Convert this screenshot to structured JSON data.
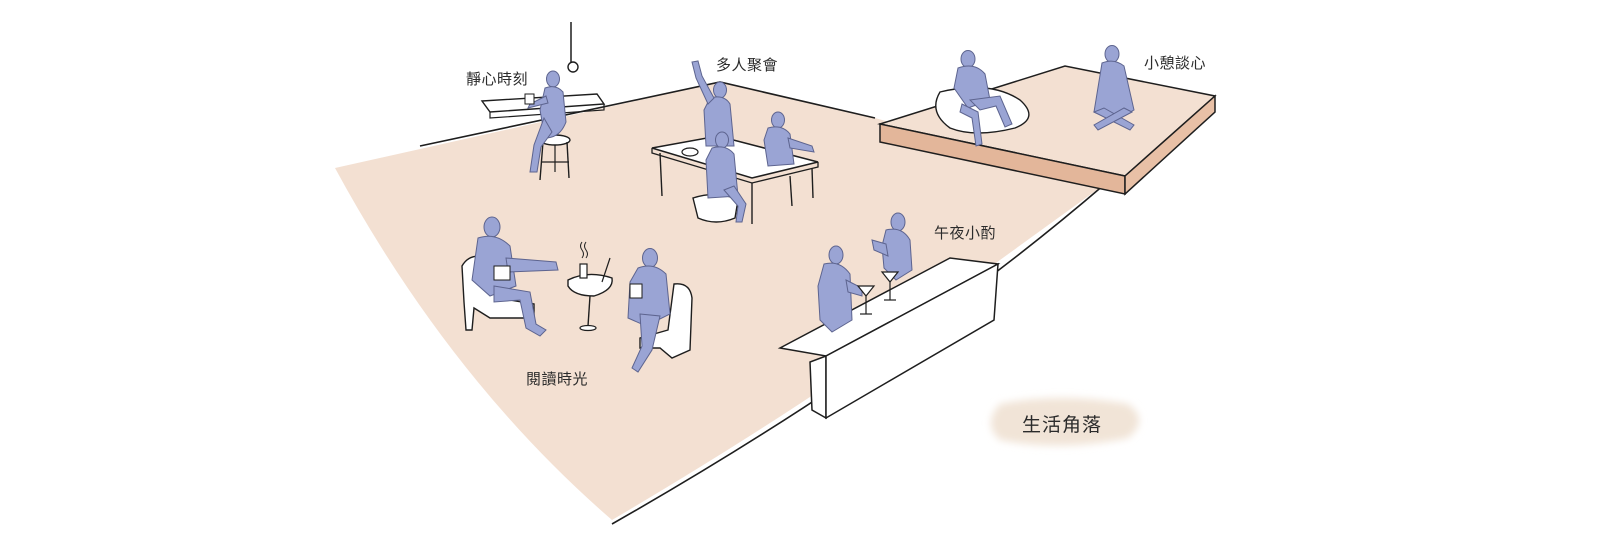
{
  "labels": {
    "quiet_moment": "靜心時刻",
    "group_gathering": "多人聚會",
    "rest_chat": "小憩談心",
    "midnight_drink": "午夜小酌",
    "reading_time": "閱讀時光",
    "life_corner": "生活角落"
  },
  "colors": {
    "floor": "#f3e0d2",
    "platform_side": "#e3b69a",
    "figure": "#9aa4d4",
    "figure_stroke": "#5d648f",
    "line": "#1e1e1e",
    "badge": "#f1e4d7"
  }
}
